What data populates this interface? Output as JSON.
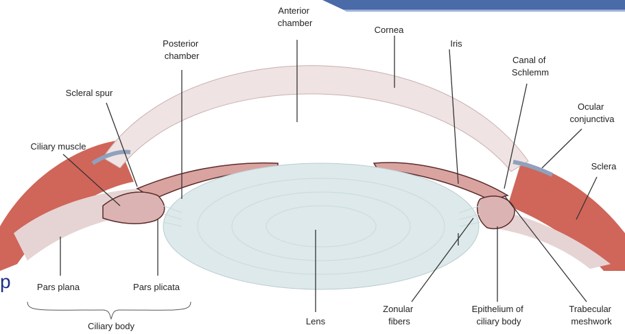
{
  "labels": {
    "anterior_chamber": [
      "Anterior",
      "chamber"
    ],
    "cornea": "Cornea",
    "posterior_chamber": [
      "Posterior",
      "chamber"
    ],
    "iris": "Iris",
    "canal_of_schlemm": [
      "Canal of",
      "Schlemm"
    ],
    "scleral_spur": "Scleral spur",
    "ocular_conjunctiva": [
      "Ocular",
      "conjunctiva"
    ],
    "ciliary_muscle": "Ciliary muscle",
    "sclera": "Sclera",
    "pars_plana": "Pars plana",
    "pars_plicata": "Pars plicata",
    "ciliary_body": "Ciliary body",
    "lens": "Lens",
    "zonular_fibers": [
      "Zonular",
      "fibers"
    ],
    "epithelium_of_ciliary_body": [
      "Epithelium of",
      "ciliary body"
    ],
    "trabecular_meshwork": [
      "Trabecular",
      "meshwork"
    ]
  },
  "partial_letter": "p",
  "colors": {
    "banner": "#4a6aa8",
    "cornea": "#efe3e3",
    "muscle": "#c84a3c",
    "lens": "#dde9ea",
    "iris": "#d9a3a0",
    "letter": "#1a2f8a"
  }
}
